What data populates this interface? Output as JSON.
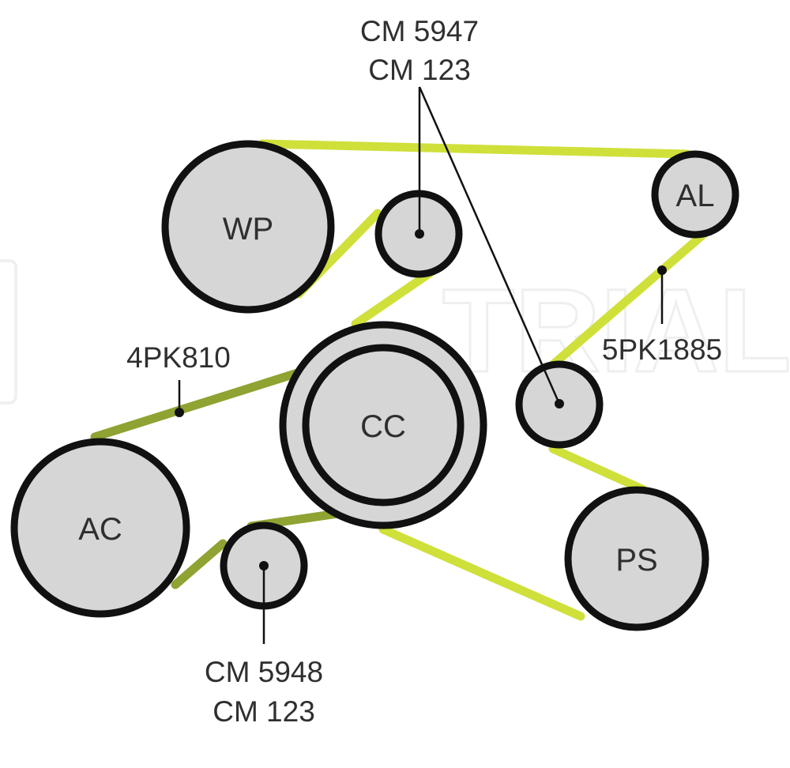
{
  "pulleys": {
    "wp": {
      "label": "WP"
    },
    "al": {
      "label": "AL"
    },
    "cc": {
      "label": "CC"
    },
    "ac": {
      "label": "AC"
    },
    "ps": {
      "label": "PS"
    }
  },
  "callouts": {
    "top_idler": {
      "line1": "CM 5947",
      "line2": "CM 123"
    },
    "bottom_idler": {
      "line1": "CM 5948",
      "line2": "CM 123"
    },
    "belt_4pk": {
      "label": "4PK810"
    },
    "belt_5pk": {
      "label": "5PK1885"
    }
  },
  "watermark": "TRIALLI",
  "colors": {
    "belt_5pk": "#cfe03a",
    "belt_4pk": "#8ea332",
    "pulley_fill": "#d6d6d6",
    "pulley_stroke": "#111111",
    "text": "#2f2f2f",
    "watermark": "#eeeeee"
  }
}
